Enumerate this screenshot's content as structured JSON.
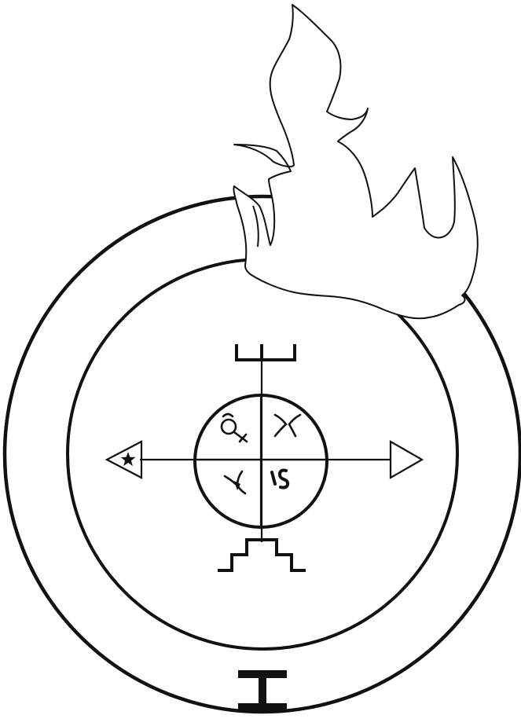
{
  "colors": {
    "ink": "#111111",
    "background": "#ffffff"
  },
  "icons": {
    "outer_ring": "circle",
    "inner_ring": "circle",
    "flame": "flame-icon",
    "center_circle": "circle",
    "top_terminal": "trident-icon",
    "bottom_terminal": "step-pyramid-icon",
    "left_terminal": "triangle-with-star-icon",
    "right_terminal": "triangle-icon",
    "base_marker": "i-beam-icon",
    "quadrant_top_left": "mercury-venus-symbol-icon",
    "quadrant_top_right": "double-fork-icon",
    "quadrant_bottom_left": "fork-icon",
    "quadrant_bottom_right": "is-glyph-icon"
  }
}
